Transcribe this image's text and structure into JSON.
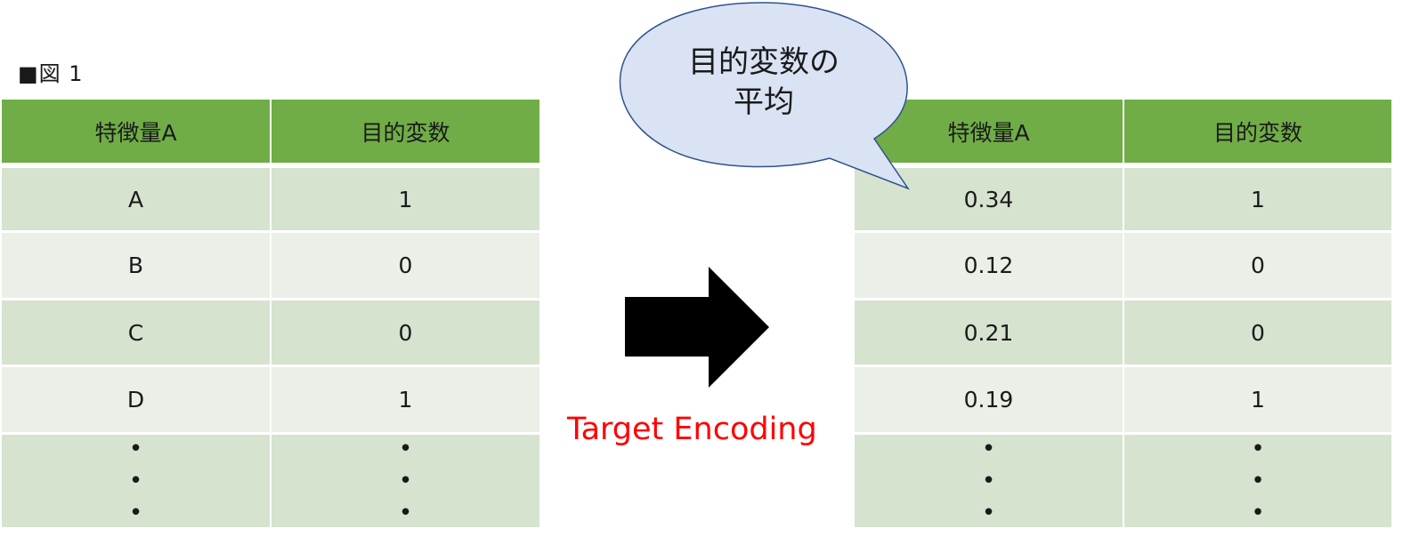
{
  "caption": "■図 1",
  "left_table": {
    "headers": [
      "特徴量A",
      "目的変数"
    ],
    "rows": [
      [
        "A",
        "1"
      ],
      [
        "B",
        "0"
      ],
      [
        "C",
        "0"
      ],
      [
        "D",
        "1"
      ],
      [
        "・\n・\n・",
        "・\n・\n・"
      ]
    ]
  },
  "right_table": {
    "headers": [
      "特徴量A",
      "目的変数"
    ],
    "rows": [
      [
        "0.34",
        "1"
      ],
      [
        "0.12",
        "0"
      ],
      [
        "0.21",
        "0"
      ],
      [
        "0.19",
        "1"
      ],
      [
        "・\n・\n・",
        "・\n・\n・"
      ]
    ]
  },
  "arrow": {
    "icon": "right-arrow-icon",
    "label": "Target Encoding",
    "label_color": "#ff0000"
  },
  "bubble": {
    "line1": "目的変数の",
    "line2": "平均",
    "fill": "#dae3f3",
    "stroke": "#2f528f"
  },
  "colors": {
    "header": "#70ad47",
    "row_odd": "#d6e3cf",
    "row_even": "#eaefe8"
  }
}
